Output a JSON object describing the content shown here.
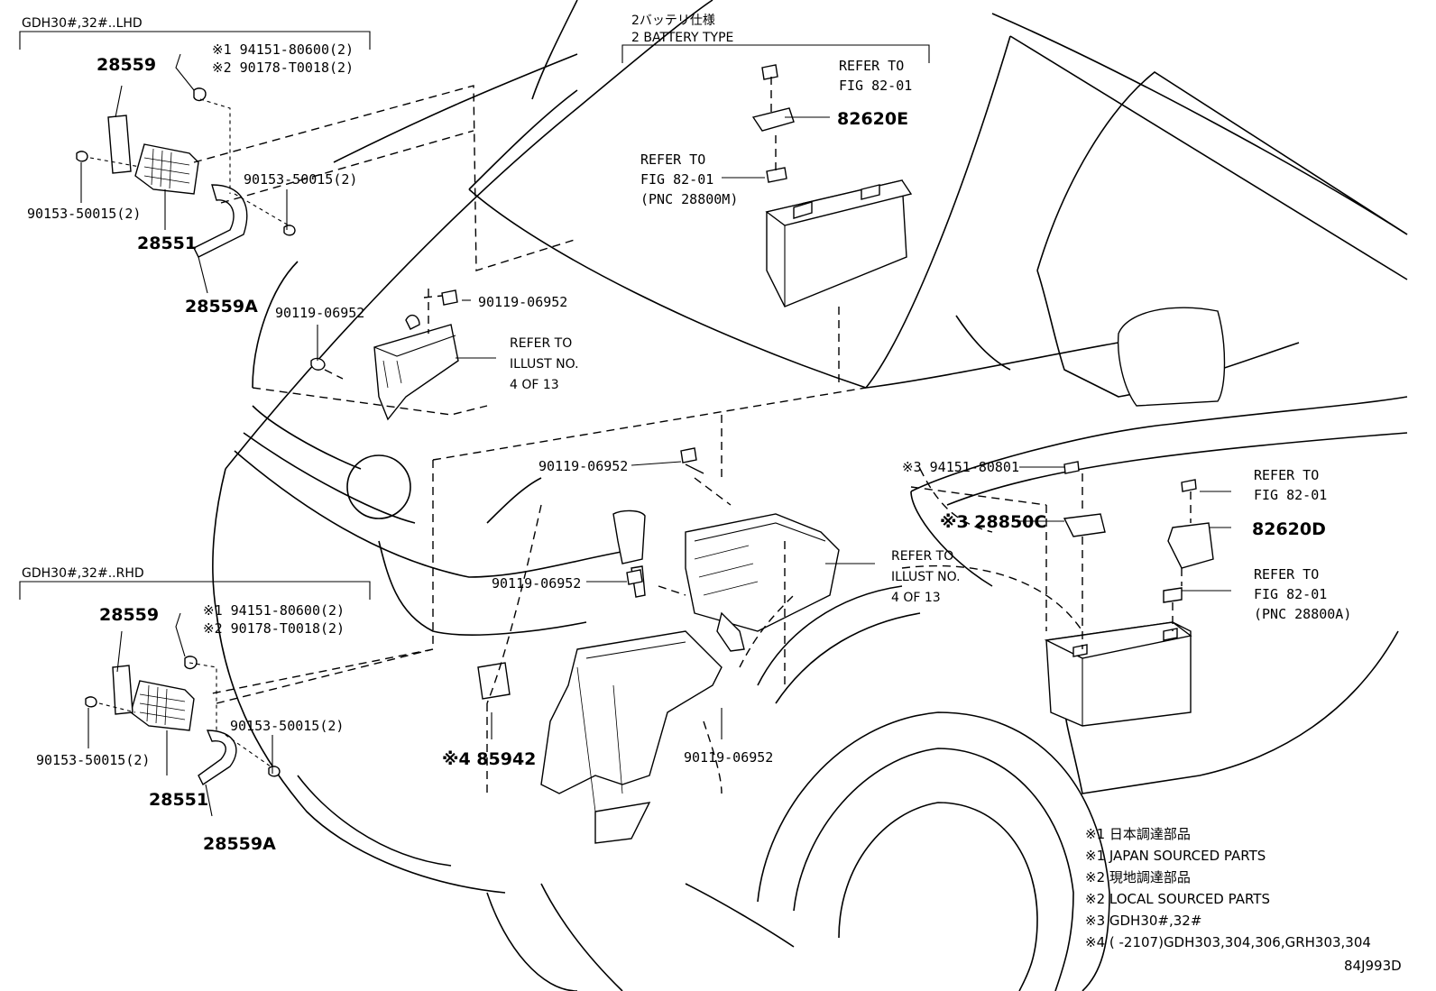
{
  "sections": {
    "lhd_header": "GDH30#,32#..LHD",
    "rhd_header": "GDH30#,32#..RHD",
    "battery_jp": "2バッテリ仕様",
    "battery_en": "2 BATTERY TYPE"
  },
  "lhd": {
    "p28559": "28559",
    "ref1": "※1 94151-80600(2)",
    "ref2": "※2 90178-T0018(2)",
    "bolt_left": "90153-50015(2)",
    "bolt_right": "90153-50015(2)",
    "p28551": "28551",
    "p28559a": "28559A"
  },
  "rhd": {
    "p28559": "28559",
    "ref1": "※1 94151-80600(2)",
    "ref2": "※2 90178-T0018(2)",
    "bolt_left": "90153-50015(2)",
    "bolt_right": "90153-50015(2)",
    "p28551": "28551",
    "p28559a": "28559A"
  },
  "battery2": {
    "refer_to_1": "REFER TO",
    "fig_1": "FIG 82-01",
    "p82620e": "82620E",
    "refer_to_2": "REFER TO",
    "fig_2": "FIG 82-01",
    "pnc_2": "(PNC 28800M)"
  },
  "center": {
    "screw_a_left": "90119-06952",
    "screw_a_right": "90119-06952",
    "refer_illust_1": "REFER TO",
    "refer_illust_2": "ILLUST NO.",
    "refer_illust_3": "4 OF 13",
    "screw_b": "90119-06952",
    "screw_c": "90119-06952",
    "refer2_illust_1": "REFER TO",
    "refer2_illust_2": "ILLUST NO.",
    "refer2_illust_3": "4 OF 13",
    "p85942": "※4 85942",
    "screw_d": "90119-06952"
  },
  "right": {
    "ref3_nut": "※3 94151-80801",
    "p28850c": "※3 28850C",
    "refer_to_1": "REFER TO",
    "fig_1": "FIG 82-01",
    "p82620d": "82620D",
    "refer_to_2": "REFER TO",
    "fig_2": "FIG 82-01",
    "pnc_2": "(PNC 28800A)"
  },
  "notes": [
    "※1 日本調達部品",
    "※1 JAPAN SOURCED PARTS",
    "※2 現地調達部品",
    "※2 LOCAL SOURCED PARTS",
    "※3 GDH30#,32#",
    "※4 (       -2107)GDH303,304,306,GRH303,304"
  ],
  "diagram_id": "84J993D"
}
